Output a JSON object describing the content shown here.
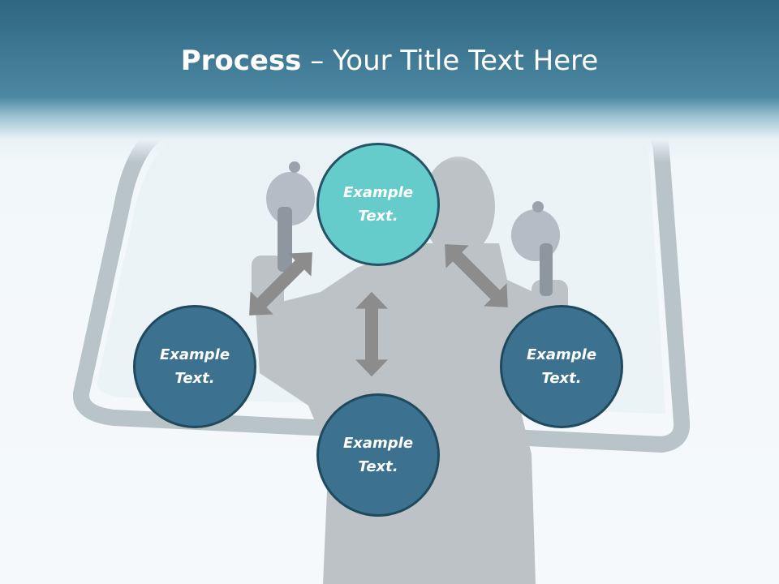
{
  "title": {
    "bold": "Process",
    "rest": " – Your Title Text Here"
  },
  "diagram": {
    "nodes": [
      {
        "id": "top",
        "label": "Example\nText.",
        "color": "#66cccb"
      },
      {
        "id": "left",
        "label": "Example\nText.",
        "color": "#3d7190"
      },
      {
        "id": "right",
        "label": "Example\nText.",
        "color": "#3d7190"
      },
      {
        "id": "bottom",
        "label": "Example\nText.",
        "color": "#3d7190"
      }
    ],
    "arrow_color": "#8c8c8c"
  },
  "icons": {
    "background": "person-installing-windshield-image",
    "arrows": "double-headed-arrow-icon"
  }
}
